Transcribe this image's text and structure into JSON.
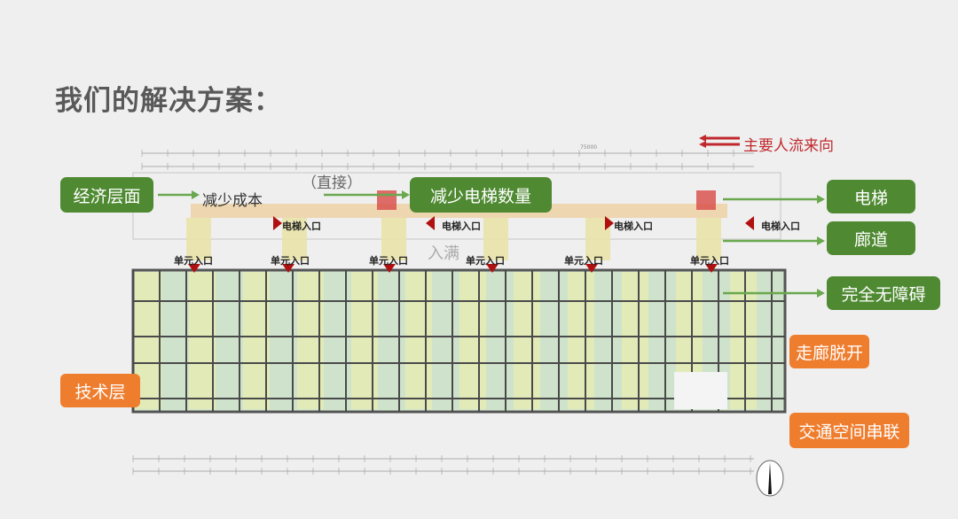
{
  "title": "我们的解决方案：",
  "legend": {
    "flow_label": "主要人流来向",
    "color": "#c0282d"
  },
  "annotations": {
    "reduce_cost": "减少成本",
    "direct": "（直接）",
    "faded_text": "入满"
  },
  "green_boxes": [
    "经济层面",
    "减少电梯数量",
    "电梯",
    "廊道",
    "完全无障碍"
  ],
  "orange_boxes": [
    "技术层",
    "走廊脱开",
    "交通空间串联"
  ],
  "elevator_entrances": [
    "电梯入口",
    "电梯入口",
    "电梯入口",
    "电梯入口"
  ],
  "unit_entrances": [
    "单元入口",
    "单元入口",
    "单元入口",
    "单元入口",
    "单元入口",
    "单元入口"
  ],
  "dimension_total": "75000",
  "colors": {
    "green": "#4f8a32",
    "orange": "#ef7d2e",
    "corridor": "#ecd3a9",
    "room_yellow": "#e3ebb6",
    "room_green": "#cfe3cc"
  }
}
